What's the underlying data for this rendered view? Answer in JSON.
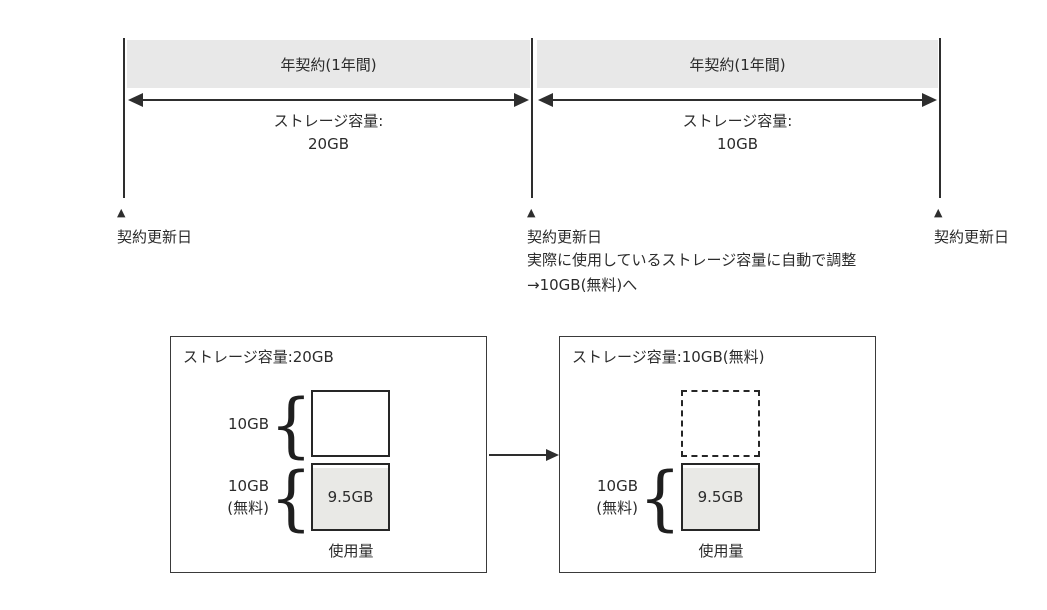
{
  "diagram": {
    "timeline": {
      "segments": [
        {
          "contract_label": "年契約(1年間)",
          "storage_label": "ストレージ容量:",
          "storage_value": "20GB"
        },
        {
          "contract_label": "年契約(1年間)",
          "storage_label": "ストレージ容量:",
          "storage_value": "10GB"
        }
      ],
      "markers": [
        {
          "symbol": "▲",
          "label": "契約更新日"
        },
        {
          "symbol": "▲",
          "label": "契約更新日",
          "note_line1": "実際に使用しているストレージ容量に自動で調整",
          "note_line2": "→10GB(無料)へ"
        },
        {
          "symbol": "▲",
          "label": "契約更新日"
        }
      ]
    },
    "panels": [
      {
        "title": "ストレージ容量:20GB",
        "blocks": [
          {
            "brace": "{",
            "label_line1": "10GB",
            "label_line2": "",
            "value": ""
          },
          {
            "brace": "{",
            "label_line1": "10GB",
            "label_line2": "(無料)",
            "value": "9.5GB"
          }
        ],
        "usage_label": "使用量"
      },
      {
        "title": "ストレージ容量:10GB(無料)",
        "blocks": [
          {
            "label_line1": "",
            "label_line2": "",
            "value": ""
          },
          {
            "brace": "{",
            "label_line1": "10GB",
            "label_line2": "(無料)",
            "value": "9.5GB"
          }
        ],
        "usage_label": "使用量"
      }
    ],
    "colors": {
      "bar_bg": "#e8e8e8",
      "block_fill": "#e9e9e6",
      "line": "#2e2e2e",
      "text": "#2b2b2b"
    }
  }
}
